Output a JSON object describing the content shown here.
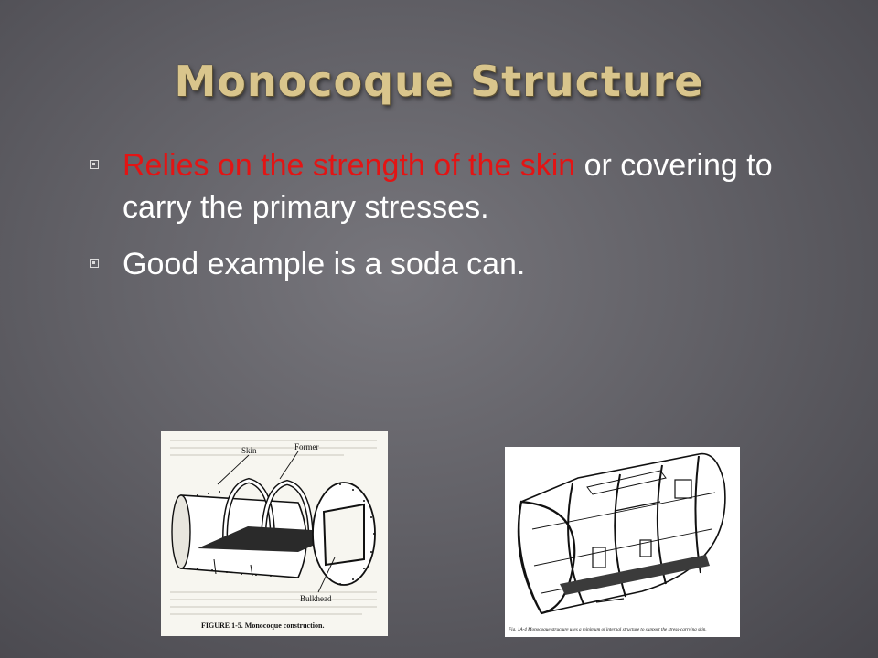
{
  "slide": {
    "title": "Monocoque Structure",
    "bullets": [
      {
        "highlight": "Relies on the strength of the skin",
        "rest": " or covering to carry the primary stresses."
      },
      {
        "text": "Good example is a soda can."
      }
    ],
    "colors": {
      "title": "#d9c58c",
      "highlight": "#e31414",
      "text": "#ffffff"
    }
  },
  "figures": [
    {
      "labels": {
        "skin": "Skin",
        "former": "Former",
        "bulkhead": "Bulkhead"
      },
      "caption": "FIGURE 1-5.  Monocoque construction."
    },
    {
      "caption": "Fig. 1A-4  Monocoque structure uses a minimum of internal structure to support the stress-carrying skin."
    }
  ]
}
